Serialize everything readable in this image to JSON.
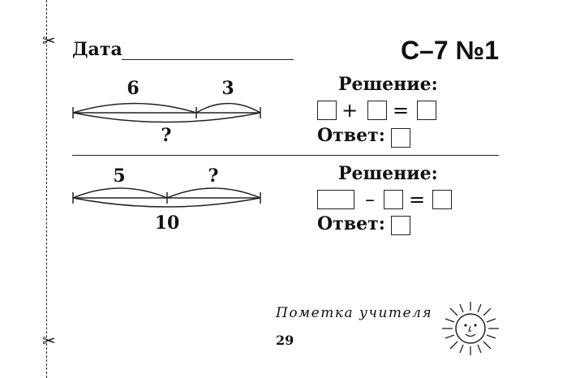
{
  "header": {
    "date_label": "Дата",
    "title": "С–7  №1"
  },
  "task1": {
    "left_part": "6",
    "right_part": "3",
    "whole": "?",
    "solution_label": "Решение:",
    "operator": "+",
    "equals": "=",
    "answer_label": "Ответ:"
  },
  "task2": {
    "left_part": "5",
    "right_part": "?",
    "whole": "10",
    "solution_label": "Решение:",
    "operator": "–",
    "equals": "=",
    "answer_label": "Ответ:"
  },
  "footer": {
    "teacher_note": "Пометка учителя",
    "page_number": "29"
  },
  "icons": [
    "scissors-icon",
    "sun-icon"
  ]
}
